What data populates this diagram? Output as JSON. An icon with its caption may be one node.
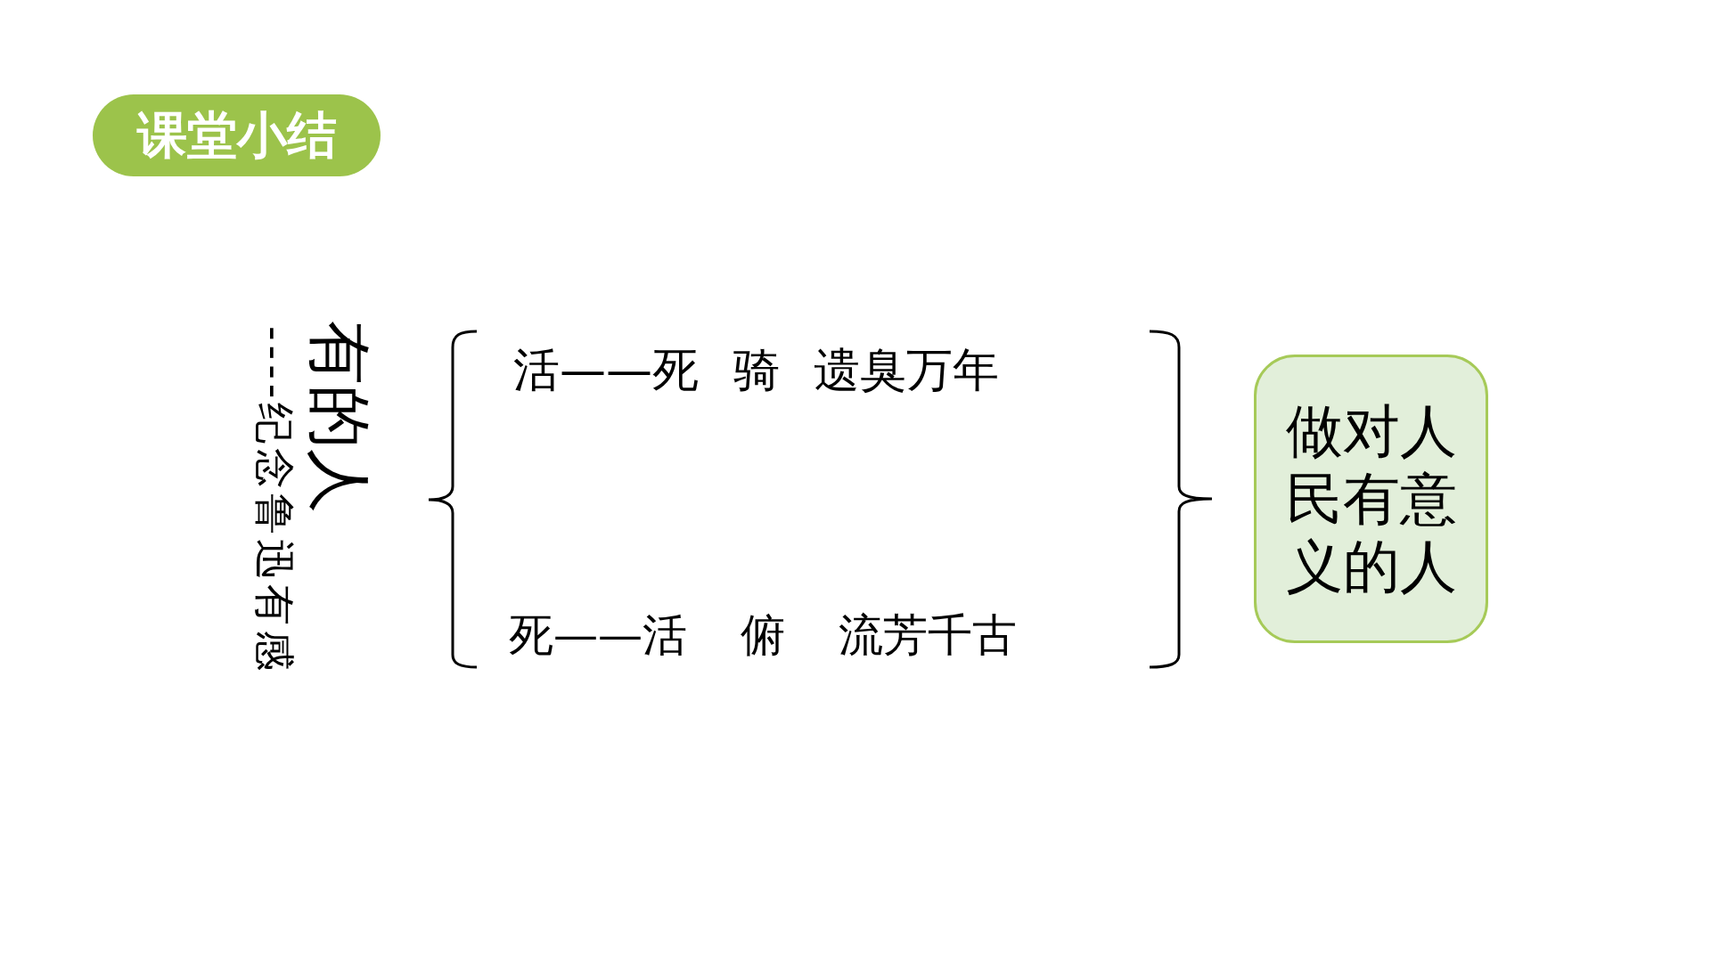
{
  "diagram": {
    "nodes": [
      {
        "text": [
          "课堂小结"
        ]
      },
      {
        "text": [
          "做对人民有意义的人"
        ]
      }
    ],
    "labels": [
      "有的人",
      "----纪念鲁迅有感",
      "活——死 骑 遗臭万年",
      "死——活 俯 流芳千古"
    ]
  }
}
